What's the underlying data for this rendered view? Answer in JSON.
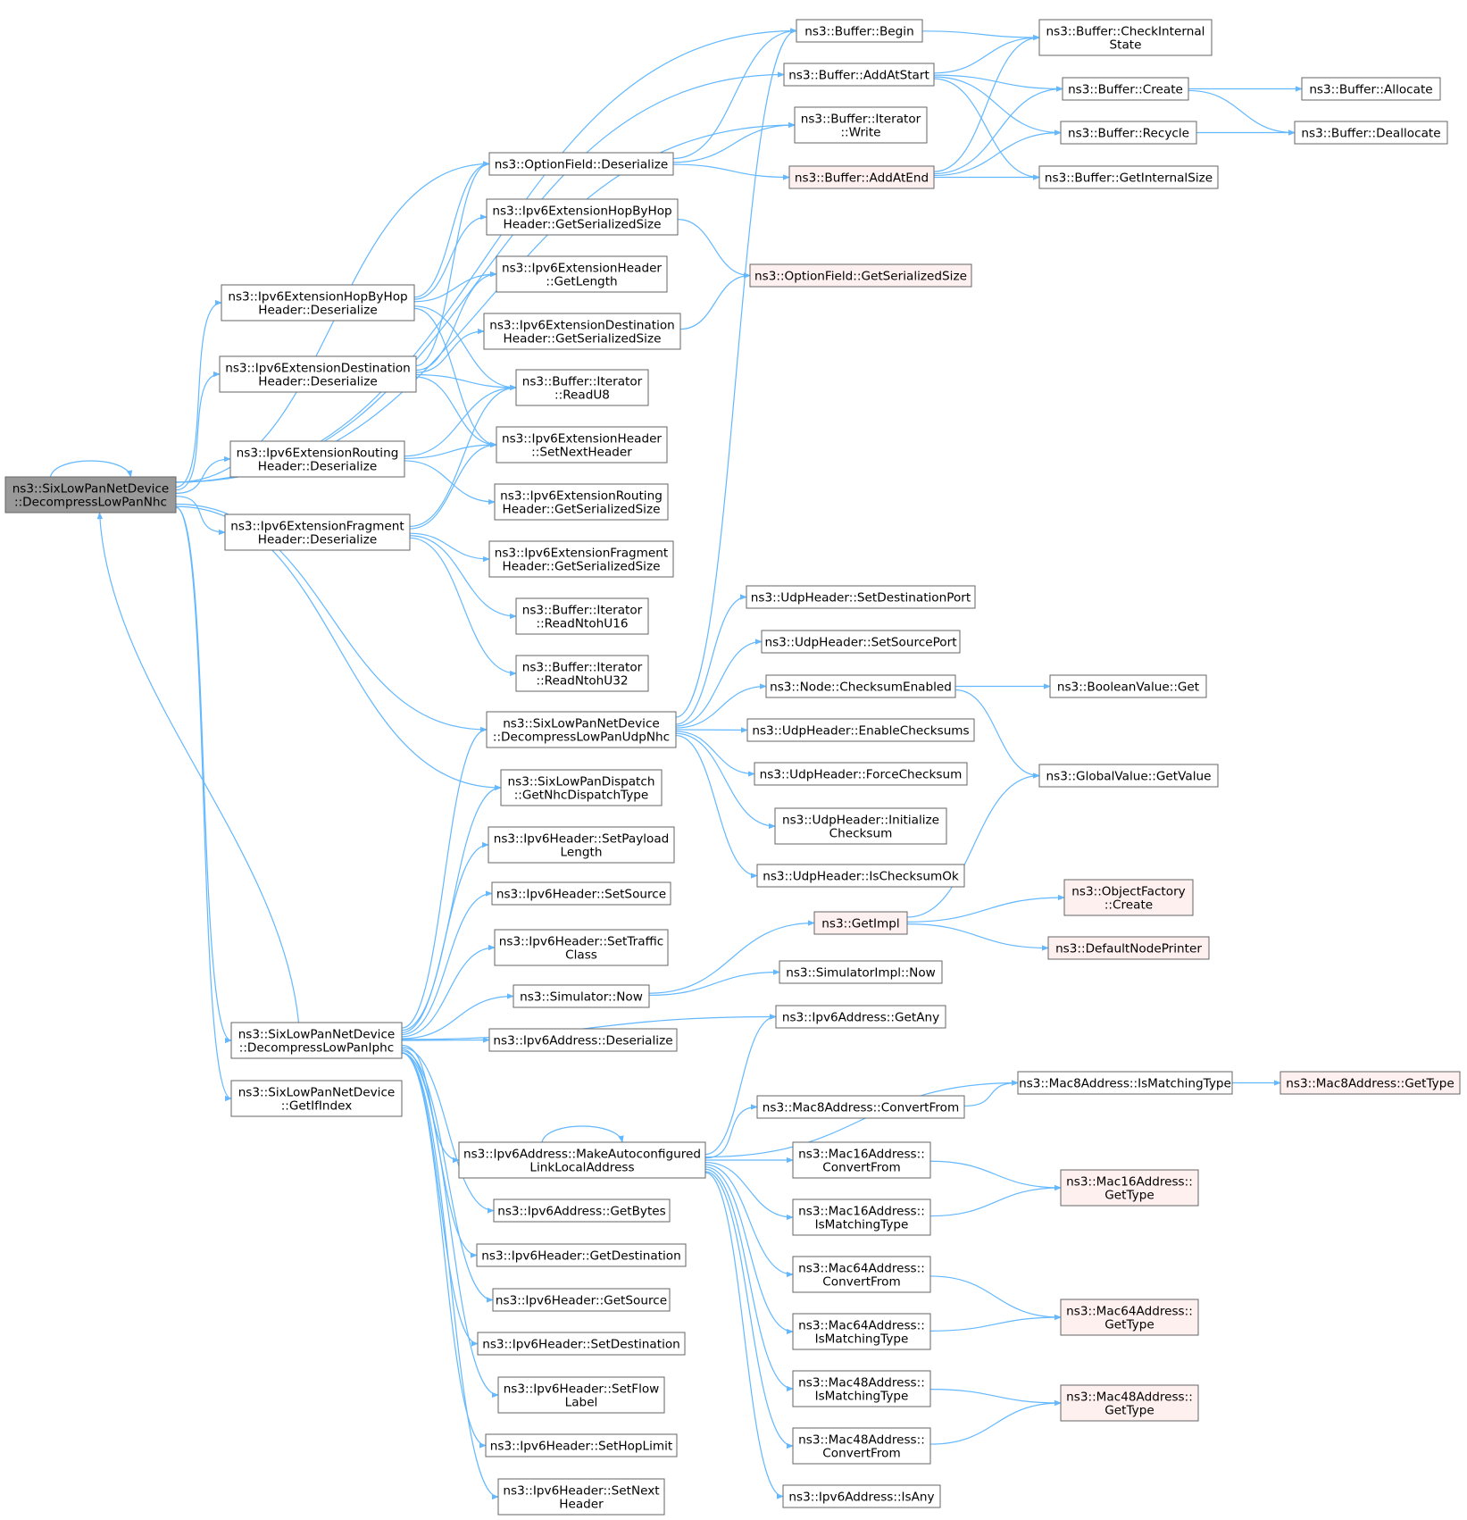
{
  "diagram": {
    "title": "",
    "colors": {
      "edge": "#63b8ff",
      "node_fill": "#ffffff",
      "node_stroke": "#666666",
      "root_fill": "#999999",
      "external_fill": "#fff0f0",
      "external_stroke": "#ff0000"
    },
    "nodes": [
      {
        "id": "root",
        "label": [
          "ns3::SixLowPanNetDevice",
          "::DecompressLowPanNhc"
        ],
        "kind": "root"
      },
      {
        "id": "begin",
        "label": [
          "ns3::Buffer::Begin"
        ],
        "kind": "normal"
      },
      {
        "id": "checkint",
        "label": [
          "ns3::Buffer::CheckInternal",
          "State"
        ],
        "kind": "normal"
      },
      {
        "id": "addatstart",
        "label": [
          "ns3::Buffer::AddAtStart"
        ],
        "kind": "normal"
      },
      {
        "id": "create",
        "label": [
          "ns3::Buffer::Create"
        ],
        "kind": "normal"
      },
      {
        "id": "allocate",
        "label": [
          "ns3::Buffer::Allocate"
        ],
        "kind": "normal"
      },
      {
        "id": "iterwrite",
        "label": [
          "ns3::Buffer::Iterator",
          "::Write"
        ],
        "kind": "normal"
      },
      {
        "id": "recycle",
        "label": [
          "ns3::Buffer::Recycle"
        ],
        "kind": "normal"
      },
      {
        "id": "deallocate",
        "label": [
          "ns3::Buffer::Deallocate"
        ],
        "kind": "normal"
      },
      {
        "id": "optdeser",
        "label": [
          "ns3::OptionField::Deserialize"
        ],
        "kind": "normal"
      },
      {
        "id": "addatend",
        "label": [
          "ns3::Buffer::AddAtEnd"
        ],
        "kind": "external"
      },
      {
        "id": "getinternalsize",
        "label": [
          "ns3::Buffer::GetInternalSize"
        ],
        "kind": "normal"
      },
      {
        "id": "hbhsize",
        "label": [
          "ns3::Ipv6ExtensionHopByHop",
          "Header::GetSerializedSize"
        ],
        "kind": "normal"
      },
      {
        "id": "exthdrlen",
        "label": [
          "ns3::Ipv6ExtensionHeader",
          "::GetLength"
        ],
        "kind": "normal"
      },
      {
        "id": "optsize",
        "label": [
          "ns3::OptionField::GetSerializedSize"
        ],
        "kind": "external"
      },
      {
        "id": "hbhdeser",
        "label": [
          "ns3::Ipv6ExtensionHopByHop",
          "Header::Deserialize"
        ],
        "kind": "normal"
      },
      {
        "id": "dstsize",
        "label": [
          "ns3::Ipv6ExtensionDestination",
          "Header::GetSerializedSize"
        ],
        "kind": "normal"
      },
      {
        "id": "dstdeser",
        "label": [
          "ns3::Ipv6ExtensionDestination",
          "Header::Deserialize"
        ],
        "kind": "normal"
      },
      {
        "id": "readu8",
        "label": [
          "ns3::Buffer::Iterator",
          "::ReadU8"
        ],
        "kind": "normal"
      },
      {
        "id": "rtdeser",
        "label": [
          "ns3::Ipv6ExtensionRouting",
          "Header::Deserialize"
        ],
        "kind": "normal"
      },
      {
        "id": "setnexthdr",
        "label": [
          "ns3::Ipv6ExtensionHeader",
          "::SetNextHeader"
        ],
        "kind": "normal"
      },
      {
        "id": "rtsize",
        "label": [
          "ns3::Ipv6ExtensionRouting",
          "Header::GetSerializedSize"
        ],
        "kind": "normal"
      },
      {
        "id": "fragdeser",
        "label": [
          "ns3::Ipv6ExtensionFragment",
          "Header::Deserialize"
        ],
        "kind": "normal"
      },
      {
        "id": "fragsize",
        "label": [
          "ns3::Ipv6ExtensionFragment",
          "Header::GetSerializedSize"
        ],
        "kind": "normal"
      },
      {
        "id": "readntohu16",
        "label": [
          "ns3::Buffer::Iterator",
          "::ReadNtohU16"
        ],
        "kind": "normal"
      },
      {
        "id": "readntohu32",
        "label": [
          "ns3::Buffer::Iterator",
          "::ReadNtohU32"
        ],
        "kind": "normal"
      },
      {
        "id": "udpsetdst",
        "label": [
          "ns3::UdpHeader::SetDestinationPort"
        ],
        "kind": "normal"
      },
      {
        "id": "udpsetsrc",
        "label": [
          "ns3::UdpHeader::SetSourcePort"
        ],
        "kind": "normal"
      },
      {
        "id": "checksumen",
        "label": [
          "ns3::Node::ChecksumEnabled"
        ],
        "kind": "normal"
      },
      {
        "id": "boolget",
        "label": [
          "ns3::BooleanValue::Get"
        ],
        "kind": "normal"
      },
      {
        "id": "udpnhc",
        "label": [
          "ns3::SixLowPanNetDevice",
          "::DecompressLowPanUdpNhc"
        ],
        "kind": "normal"
      },
      {
        "id": "udpenable",
        "label": [
          "ns3::UdpHeader::EnableChecksums"
        ],
        "kind": "normal"
      },
      {
        "id": "udpforce",
        "label": [
          "ns3::UdpHeader::ForceChecksum"
        ],
        "kind": "normal"
      },
      {
        "id": "globalget",
        "label": [
          "ns3::GlobalValue::GetValue"
        ],
        "kind": "normal"
      },
      {
        "id": "nhcdisp",
        "label": [
          "ns3::SixLowPanDispatch",
          "::GetNhcDispatchType"
        ],
        "kind": "normal"
      },
      {
        "id": "udpinit",
        "label": [
          "ns3::UdpHeader::Initialize",
          "Checksum"
        ],
        "kind": "normal"
      },
      {
        "id": "setpayload",
        "label": [
          "ns3::Ipv6Header::SetPayload",
          "Length"
        ],
        "kind": "normal"
      },
      {
        "id": "udpok",
        "label": [
          "ns3::UdpHeader::IsChecksumOk"
        ],
        "kind": "normal"
      },
      {
        "id": "setsource",
        "label": [
          "ns3::Ipv6Header::SetSource"
        ],
        "kind": "normal"
      },
      {
        "id": "objcreate",
        "label": [
          "ns3::ObjectFactory",
          "::Create"
        ],
        "kind": "external"
      },
      {
        "id": "getimpl",
        "label": [
          "ns3::GetImpl"
        ],
        "kind": "external"
      },
      {
        "id": "settraffic",
        "label": [
          "ns3::Ipv6Header::SetTraffic",
          "Class"
        ],
        "kind": "normal"
      },
      {
        "id": "defprinter",
        "label": [
          "ns3::DefaultNodePrinter"
        ],
        "kind": "external"
      },
      {
        "id": "implnow",
        "label": [
          "ns3::SimulatorImpl::Now"
        ],
        "kind": "normal"
      },
      {
        "id": "simnow",
        "label": [
          "ns3::Simulator::Now"
        ],
        "kind": "normal"
      },
      {
        "id": "getany",
        "label": [
          "ns3::Ipv6Address::GetAny"
        ],
        "kind": "normal"
      },
      {
        "id": "iphc",
        "label": [
          "ns3::SixLowPanNetDevice",
          "::DecompressLowPanIphc"
        ],
        "kind": "normal"
      },
      {
        "id": "addrdeser",
        "label": [
          "ns3::Ipv6Address::Deserialize"
        ],
        "kind": "normal"
      },
      {
        "id": "mac8match",
        "label": [
          "ns3::Mac8Address::IsMatchingType"
        ],
        "kind": "normal"
      },
      {
        "id": "mac8type",
        "label": [
          "ns3::Mac8Address::GetType"
        ],
        "kind": "external"
      },
      {
        "id": "getifindex",
        "label": [
          "ns3::SixLowPanNetDevice",
          "::GetIfIndex"
        ],
        "kind": "normal"
      },
      {
        "id": "mac8conv",
        "label": [
          "ns3::Mac8Address::ConvertFrom"
        ],
        "kind": "normal"
      },
      {
        "id": "makeauto",
        "label": [
          "ns3::Ipv6Address::MakeAutoconfigured",
          "LinkLocalAddress"
        ],
        "kind": "normal"
      },
      {
        "id": "mac16conv",
        "label": [
          "ns3::Mac16Address::",
          "ConvertFrom"
        ],
        "kind": "normal"
      },
      {
        "id": "mac16type",
        "label": [
          "ns3::Mac16Address::",
          "GetType"
        ],
        "kind": "external"
      },
      {
        "id": "getbytes",
        "label": [
          "ns3::Ipv6Address::GetBytes"
        ],
        "kind": "normal"
      },
      {
        "id": "mac16match",
        "label": [
          "ns3::Mac16Address::",
          "IsMatchingType"
        ],
        "kind": "normal"
      },
      {
        "id": "getdest",
        "label": [
          "ns3::Ipv6Header::GetDestination"
        ],
        "kind": "normal"
      },
      {
        "id": "mac64conv",
        "label": [
          "ns3::Mac64Address::",
          "ConvertFrom"
        ],
        "kind": "normal"
      },
      {
        "id": "getsource",
        "label": [
          "ns3::Ipv6Header::GetSource"
        ],
        "kind": "normal"
      },
      {
        "id": "mac64type",
        "label": [
          "ns3::Mac64Address::",
          "GetType"
        ],
        "kind": "external"
      },
      {
        "id": "setdest",
        "label": [
          "ns3::Ipv6Header::SetDestination"
        ],
        "kind": "normal"
      },
      {
        "id": "mac64match",
        "label": [
          "ns3::Mac64Address::",
          "IsMatchingType"
        ],
        "kind": "normal"
      },
      {
        "id": "setflow",
        "label": [
          "ns3::Ipv6Header::SetFlow",
          "Label"
        ],
        "kind": "normal"
      },
      {
        "id": "mac48match",
        "label": [
          "ns3::Mac48Address::",
          "IsMatchingType"
        ],
        "kind": "normal"
      },
      {
        "id": "mac48type",
        "label": [
          "ns3::Mac48Address::",
          "GetType"
        ],
        "kind": "external"
      },
      {
        "id": "sethop",
        "label": [
          "ns3::Ipv6Header::SetHopLimit"
        ],
        "kind": "normal"
      },
      {
        "id": "mac48conv",
        "label": [
          "ns3::Mac48Address::",
          "ConvertFrom"
        ],
        "kind": "normal"
      },
      {
        "id": "setnext",
        "label": [
          "ns3::Ipv6Header::SetNext",
          "Header"
        ],
        "kind": "normal"
      },
      {
        "id": "isany",
        "label": [
          "ns3::Ipv6Address::IsAny"
        ],
        "kind": "normal"
      }
    ],
    "edges": [
      [
        "root",
        "root"
      ],
      [
        "root",
        "begin"
      ],
      [
        "root",
        "addatstart"
      ],
      [
        "root",
        "iterwrite"
      ],
      [
        "root",
        "optdeser"
      ],
      [
        "root",
        "hbhdeser"
      ],
      [
        "root",
        "dstdeser"
      ],
      [
        "root",
        "rtdeser"
      ],
      [
        "root",
        "fragdeser"
      ],
      [
        "root",
        "udpnhc"
      ],
      [
        "root",
        "nhcdisp"
      ],
      [
        "root",
        "iphc"
      ],
      [
        "root",
        "getifindex"
      ],
      [
        "begin",
        "checkint"
      ],
      [
        "addatstart",
        "checkint"
      ],
      [
        "addatstart",
        "create"
      ],
      [
        "addatstart",
        "recycle"
      ],
      [
        "addatstart",
        "getinternalsize"
      ],
      [
        "create",
        "allocate"
      ],
      [
        "create",
        "deallocate"
      ],
      [
        "recycle",
        "deallocate"
      ],
      [
        "optdeser",
        "begin"
      ],
      [
        "optdeser",
        "iterwrite"
      ],
      [
        "optdeser",
        "addatend"
      ],
      [
        "addatend",
        "checkint"
      ],
      [
        "addatend",
        "create"
      ],
      [
        "addatend",
        "recycle"
      ],
      [
        "addatend",
        "getinternalsize"
      ],
      [
        "hbhsize",
        "optsize"
      ],
      [
        "dstsize",
        "optsize"
      ],
      [
        "hbhdeser",
        "optdeser"
      ],
      [
        "hbhdeser",
        "hbhsize"
      ],
      [
        "hbhdeser",
        "exthdrlen"
      ],
      [
        "hbhdeser",
        "readu8"
      ],
      [
        "hbhdeser",
        "setnexthdr"
      ],
      [
        "dstdeser",
        "optdeser"
      ],
      [
        "dstdeser",
        "exthdrlen"
      ],
      [
        "dstdeser",
        "dstsize"
      ],
      [
        "dstdeser",
        "readu8"
      ],
      [
        "dstdeser",
        "setnexthdr"
      ],
      [
        "rtdeser",
        "readu8"
      ],
      [
        "rtdeser",
        "setnexthdr"
      ],
      [
        "rtdeser",
        "rtsize"
      ],
      [
        "fragdeser",
        "readu8"
      ],
      [
        "fragdeser",
        "setnexthdr"
      ],
      [
        "fragdeser",
        "fragsize"
      ],
      [
        "fragdeser",
        "readntohu16"
      ],
      [
        "fragdeser",
        "readntohu32"
      ],
      [
        "udpnhc",
        "begin"
      ],
      [
        "udpnhc",
        "udpsetdst"
      ],
      [
        "udpnhc",
        "udpsetsrc"
      ],
      [
        "udpnhc",
        "checksumen"
      ],
      [
        "udpnhc",
        "udpenable"
      ],
      [
        "udpnhc",
        "udpforce"
      ],
      [
        "udpnhc",
        "udpinit"
      ],
      [
        "udpnhc",
        "udpok"
      ],
      [
        "checksumen",
        "boolget"
      ],
      [
        "checksumen",
        "globalget"
      ],
      [
        "getimpl",
        "globalget"
      ],
      [
        "getimpl",
        "objcreate"
      ],
      [
        "getimpl",
        "defprinter"
      ],
      [
        "simnow",
        "getimpl"
      ],
      [
        "simnow",
        "implnow"
      ],
      [
        "iphc",
        "root"
      ],
      [
        "iphc",
        "udpnhc"
      ],
      [
        "iphc",
        "nhcdisp"
      ],
      [
        "iphc",
        "setpayload"
      ],
      [
        "iphc",
        "setsource"
      ],
      [
        "iphc",
        "settraffic"
      ],
      [
        "iphc",
        "simnow"
      ],
      [
        "iphc",
        "addrdeser"
      ],
      [
        "iphc",
        "getany"
      ],
      [
        "iphc",
        "makeauto"
      ],
      [
        "iphc",
        "getbytes"
      ],
      [
        "iphc",
        "getdest"
      ],
      [
        "iphc",
        "getsource"
      ],
      [
        "iphc",
        "setdest"
      ],
      [
        "iphc",
        "setflow"
      ],
      [
        "iphc",
        "sethop"
      ],
      [
        "iphc",
        "setnext"
      ],
      [
        "makeauto",
        "makeauto"
      ],
      [
        "makeauto",
        "getany"
      ],
      [
        "makeauto",
        "mac8match"
      ],
      [
        "makeauto",
        "mac8conv"
      ],
      [
        "makeauto",
        "mac16conv"
      ],
      [
        "makeauto",
        "mac16match"
      ],
      [
        "makeauto",
        "mac64conv"
      ],
      [
        "makeauto",
        "mac64match"
      ],
      [
        "makeauto",
        "mac48match"
      ],
      [
        "makeauto",
        "mac48conv"
      ],
      [
        "makeauto",
        "isany"
      ],
      [
        "mac8conv",
        "mac8match"
      ],
      [
        "mac8match",
        "mac8type"
      ],
      [
        "mac16conv",
        "mac16type"
      ],
      [
        "mac16match",
        "mac16type"
      ],
      [
        "mac64conv",
        "mac64type"
      ],
      [
        "mac64match",
        "mac64type"
      ],
      [
        "mac48match",
        "mac48type"
      ],
      [
        "mac48conv",
        "mac48type"
      ]
    ]
  }
}
